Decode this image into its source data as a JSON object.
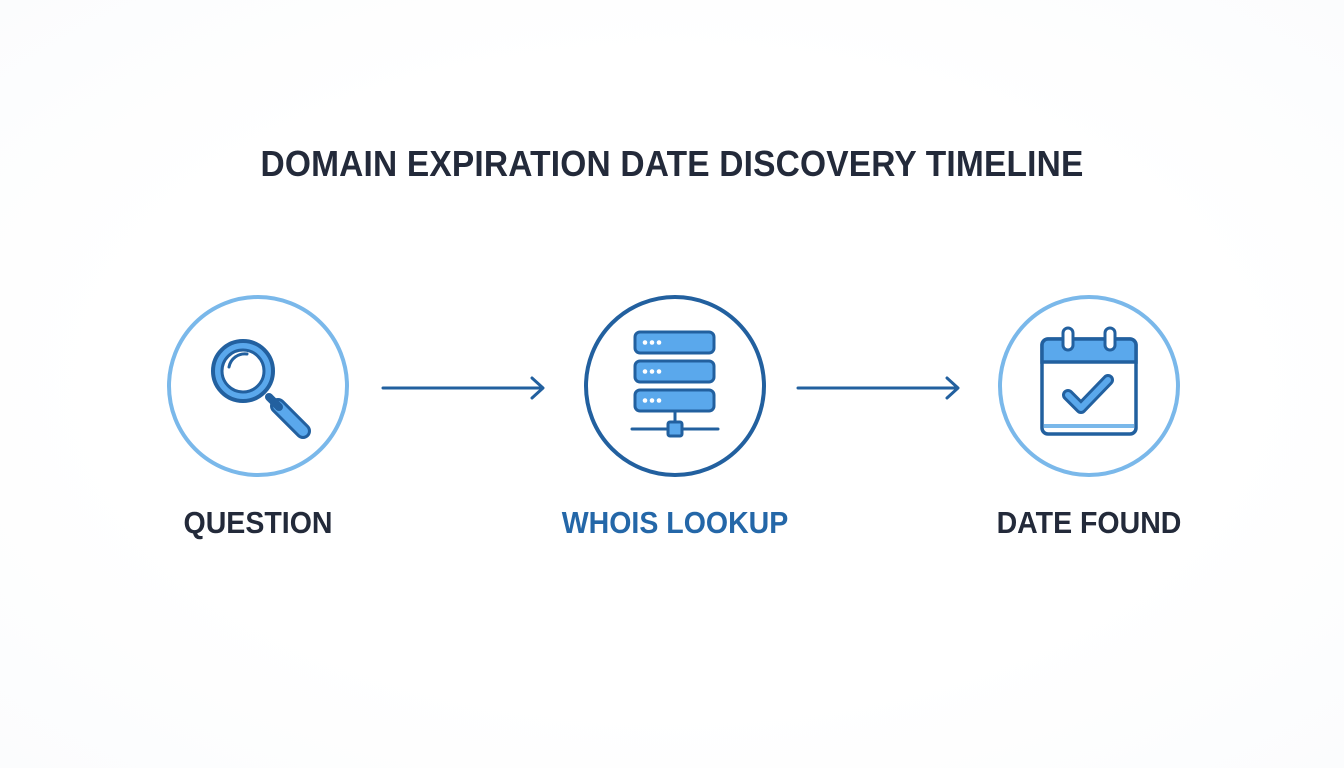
{
  "title": "DOMAIN EXPIRATION DATE DISCOVERY TIMELINE",
  "steps": [
    {
      "label": "QUESTION",
      "icon": "magnifying-glass-icon",
      "ring_color": "#7ab8ea",
      "label_color": "#232a3a"
    },
    {
      "label": "WHOIS LOOKUP",
      "icon": "server-stack-icon",
      "ring_color": "#22609f",
      "label_color": "#2467a8"
    },
    {
      "label": "DATE FOUND",
      "icon": "calendar-check-icon",
      "ring_color": "#7ab8ea",
      "label_color": "#232a3a"
    }
  ],
  "colors": {
    "dark_text": "#232a3a",
    "accent_blue": "#22609f",
    "light_blue": "#7ab8ea",
    "icon_fill": "#5aa8ec"
  }
}
